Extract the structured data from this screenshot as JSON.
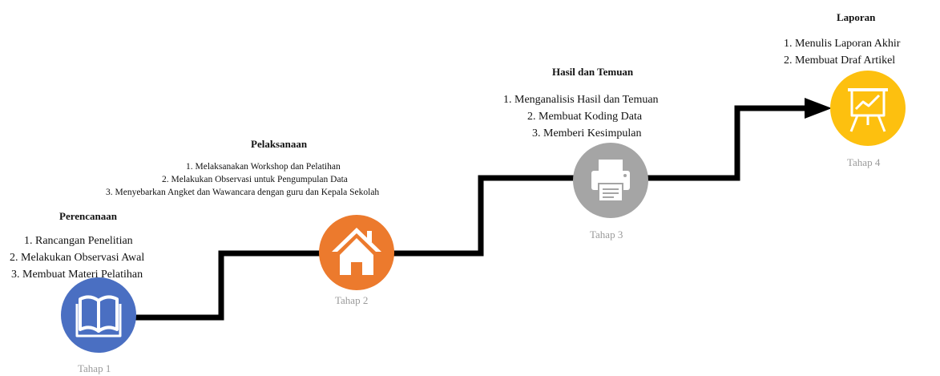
{
  "colors": {
    "path": "#000000",
    "stage1": "#4a6fc2",
    "stage2": "#ec7a2d",
    "stage3": "#a5a5a5",
    "stage4": "#fdc00f",
    "label": "#9a9a9a"
  },
  "stages": [
    {
      "title": "Perencanaan",
      "items": [
        "1.  Rancangan  Penelitian",
        "2.  Melakukan  Observasi Awal",
        "3.  Membuat  Materi Pelatihan"
      ],
      "icon": "book-icon",
      "label": "Tahap 1"
    },
    {
      "title": "Pelaksanaan",
      "items": [
        "1.    Melaksanakan Workshop dan Pelatihan",
        "2.    Melakukan Observasi untuk Pengumpulan Data",
        "3.    Menyebarkan Angket dan Wawancara dengan guru dan Kepala Sekolah"
      ],
      "icon": "home-icon",
      "label": "Tahap 2"
    },
    {
      "title": "Hasil dan Temuan",
      "items": [
        "1.   Menganalisis Hasil dan Temuan",
        "2.   Membuat  Koding Data",
        "3.   Memberi Kesimpulan"
      ],
      "icon": "printer-icon",
      "label": "Tahap 3"
    },
    {
      "title": "Laporan",
      "items": [
        "1.   Menulis Laporan Akhir",
        "2.   Membuat  Draf Artikel"
      ],
      "icon": "presentation-icon",
      "label": "Tahap 4"
    }
  ]
}
